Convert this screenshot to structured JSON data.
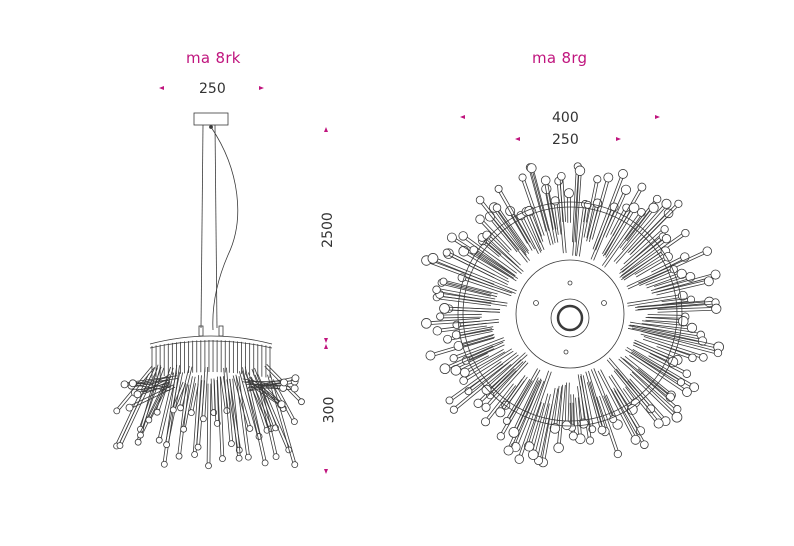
{
  "left": {
    "title": "ma 8rk",
    "width_label": "250",
    "height_total_label": "2500",
    "height_body_label": "300"
  },
  "right": {
    "title": "ma 8rg",
    "outer_width_label": "400",
    "inner_width_label": "250"
  },
  "colors": {
    "accent": "#c0157e",
    "line": "#3a3a3a",
    "text": "#333333"
  }
}
